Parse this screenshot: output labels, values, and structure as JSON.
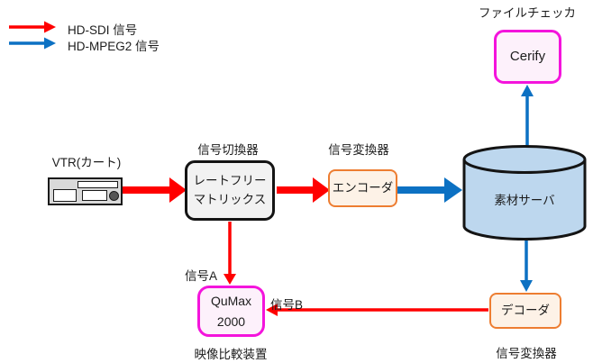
{
  "colors": {
    "hd_sdi_red": "#FF0000",
    "hd_mpeg2_blue": "#0C71C3",
    "magenta_border": "#F414DC",
    "orange_border": "#ED7D31",
    "server_fill": "#BDD7EE",
    "pink_fill": "#FDF1FB",
    "cream_fill": "#FDF2E7",
    "gray_fill": "#F2F2F2"
  },
  "legend": {
    "items": [
      {
        "label": "HD-SDI 信号",
        "color": "#FF0000"
      },
      {
        "label": "HD-MPEG2 信号",
        "color": "#0C71C3"
      }
    ]
  },
  "nodes": {
    "vtr": {
      "label": "VTR(カート)"
    },
    "matrix": {
      "caption": "信号切換器",
      "line1": "レートフリー",
      "line2": "マトリックス"
    },
    "encoder": {
      "caption": "信号変換器",
      "label": "エンコーダ"
    },
    "server": {
      "label": "素材サーバ"
    },
    "cerify": {
      "caption": "ファイルチェッカ",
      "label": "Cerify"
    },
    "qumax": {
      "line1": "QuMax",
      "line2": "2000",
      "caption": "映像比較装置"
    },
    "decoder": {
      "label": "デコーダ",
      "caption": "信号変換器"
    }
  },
  "annotations": {
    "signal_a": "信号A",
    "signal_b": "信号B"
  }
}
